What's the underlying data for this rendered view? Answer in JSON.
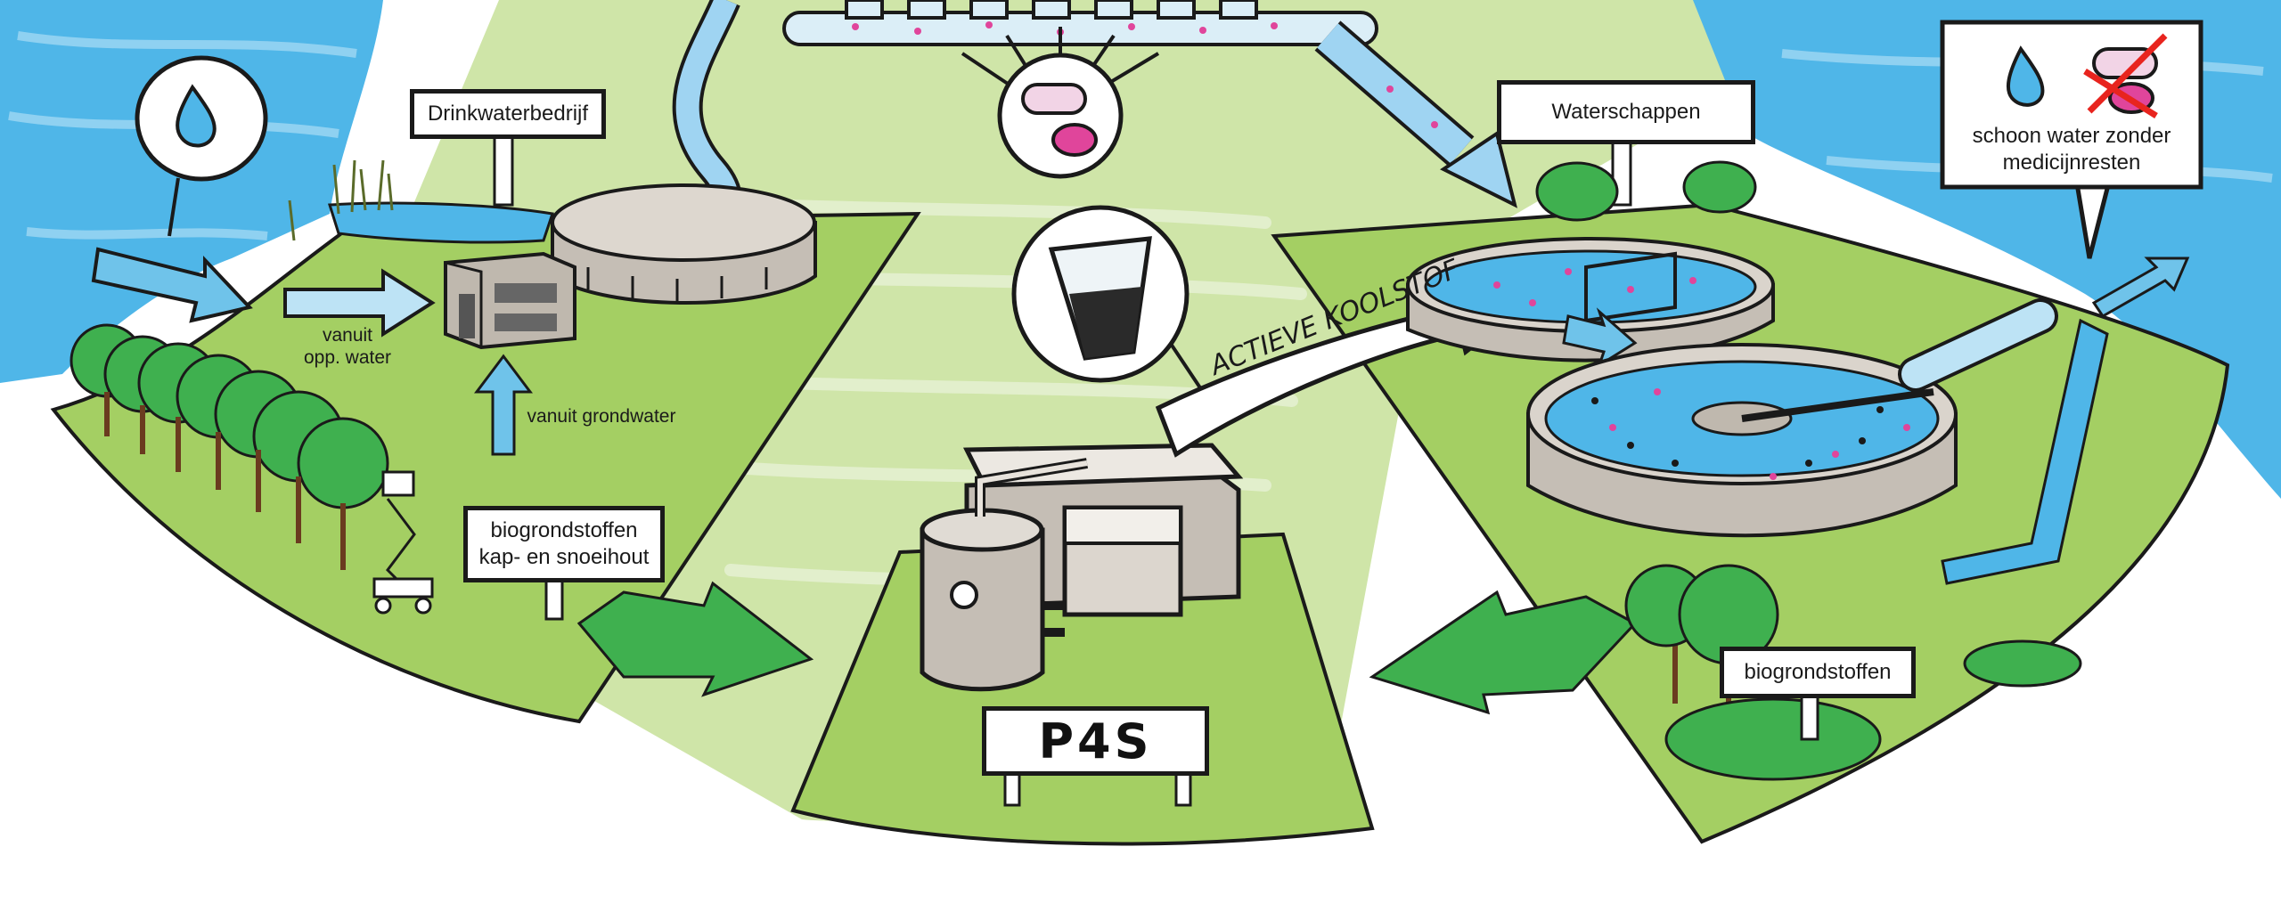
{
  "labels": {
    "drinkwater": "Drinkwaterbedrijf",
    "waterschappen": "Waterschappen",
    "schoon_line1": "schoon water zonder",
    "schoon_line2": "medicijnresten",
    "opp_line1": "vanuit",
    "opp_line2": "opp. water",
    "grondwater": "vanuit grondwater",
    "bio_left_line1": "biogrondstoffen",
    "bio_left_line2": "kap- en snoeihout",
    "bio_right": "biogrondstoffen",
    "actieve_koolstof": "ACTIEVE KOOLSTOF",
    "p4s": "P4S"
  },
  "colors": {
    "water_blue": "#4fb6e8",
    "grass_green": "#a4cf63",
    "light_green": "#cfe5a8",
    "arrow_green": "#3fb04f",
    "pill_pink": "#e0459b",
    "outline": "#1a1a1a",
    "tank_grey": "#c5beb5"
  },
  "icons": [
    "water-drop-icon",
    "pill-icon",
    "beaker-icon",
    "crossed-pill-icon",
    "pressure-gauge-icon"
  ]
}
